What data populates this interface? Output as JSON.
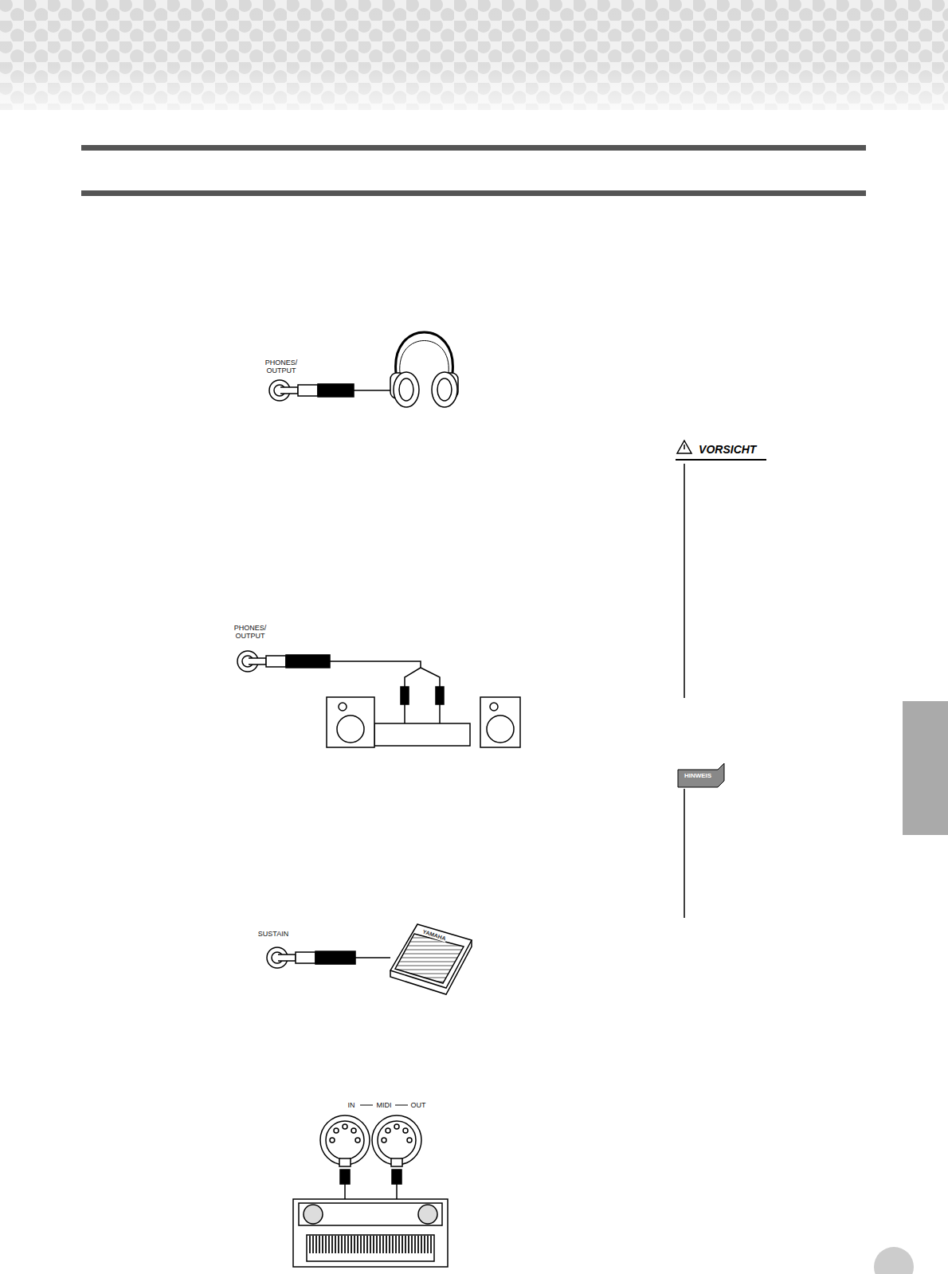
{
  "diagram": {
    "labels": [
      "PHONES/ OUTPUT",
      "VORSICHT",
      "PHONES/ OUTPUT",
      "HINWEIS",
      "SUSTAIN",
      "IN",
      "MIDI",
      "OUT",
      "YAMAHA"
    ]
  }
}
